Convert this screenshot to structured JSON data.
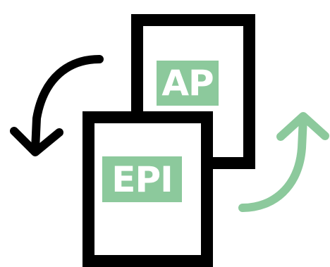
{
  "documents": {
    "back": {
      "label": "AP"
    },
    "front": {
      "label": "EPI"
    }
  },
  "colors": {
    "outline": "#000000",
    "accent_green": "#8cc99c",
    "label_text": "#ffffff",
    "background": "#ffffff"
  },
  "icons": {
    "left_arrow": "curved-arrow-down-black",
    "right_arrow": "curved-arrow-up-green"
  }
}
